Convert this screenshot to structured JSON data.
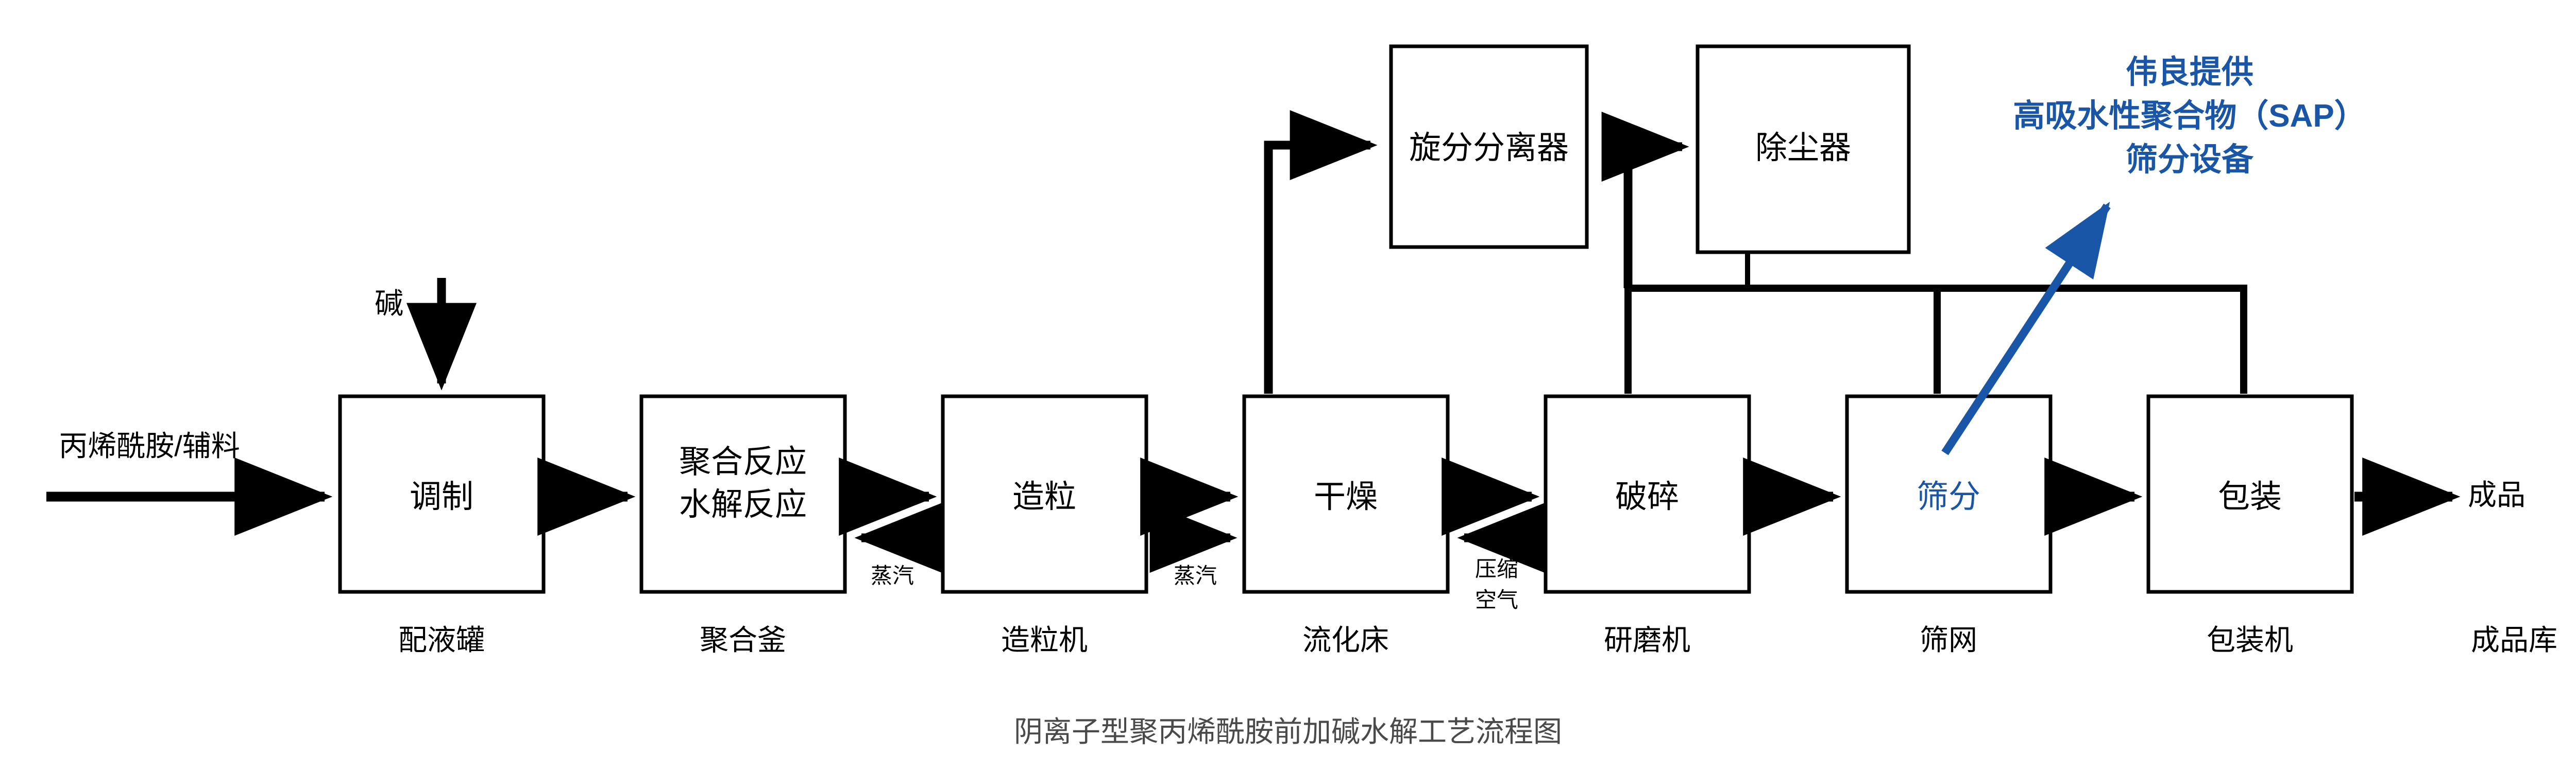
{
  "diagram": {
    "caption": "阴离子型聚丙烯酰胺前加碱水解工艺流程图",
    "accent_color": "#1A56A8",
    "line_color": "#000000",
    "caption_color": "#4A4A4A",
    "background": "#ffffff",
    "process_boxes": [
      {
        "id": "box-tiaozhi",
        "label": "调制",
        "label2": "",
        "equipment": "配液罐",
        "highlight": false
      },
      {
        "id": "box-juhe",
        "label": "聚合反应",
        "label2": "水解反应",
        "equipment": "聚合釜",
        "highlight": false
      },
      {
        "id": "box-zaoli",
        "label": "造粒",
        "label2": "",
        "equipment": "造粒机",
        "highlight": false
      },
      {
        "id": "box-ganzao",
        "label": "干燥",
        "label2": "",
        "equipment": "流化床",
        "highlight": false
      },
      {
        "id": "box-posui",
        "label": "破碎",
        "label2": "",
        "equipment": "研磨机",
        "highlight": false
      },
      {
        "id": "box-shaifen",
        "label": "筛分",
        "label2": "",
        "equipment": "筛网",
        "highlight": true
      },
      {
        "id": "box-baozhuang",
        "label": "包装",
        "label2": "",
        "equipment": "包装机",
        "highlight": false
      }
    ],
    "auxiliary_boxes": [
      {
        "id": "box-cyclone",
        "label": "旋分分离器"
      },
      {
        "id": "box-dustremover",
        "label": "除尘器"
      }
    ],
    "stream_labels": {
      "feed_in": "丙烯酰胺/辅料",
      "alkali": "碱",
      "steam_polymer": "蒸汽",
      "steam_dryer": "蒸汽",
      "compressed_air_line1": "压缩",
      "compressed_air_line2": "空气",
      "product_out": "成品",
      "product_store": "成品库"
    },
    "annotation": {
      "line1": "伟良提供",
      "line2": "高吸水性聚合物（SAP）",
      "line3": "筛分设备"
    }
  }
}
